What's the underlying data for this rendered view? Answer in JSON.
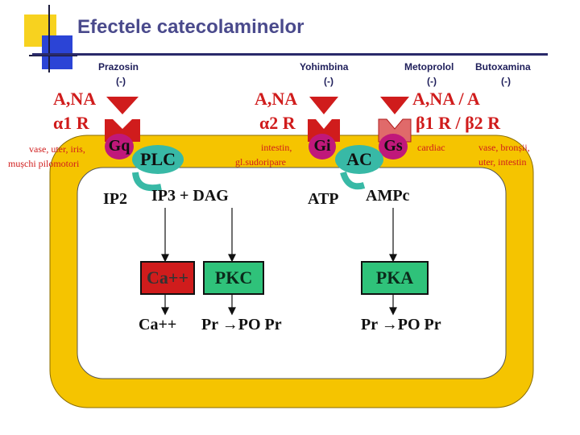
{
  "title": "Efectele catecolaminelor",
  "drugs": {
    "prazosin": "Prazosin",
    "yohimbina": "Yohimbina",
    "metoprolol": "Metoprolol",
    "butoxamina": "Butoxamina",
    "inhibit": "(-)"
  },
  "receptors": {
    "alpha1": {
      "ligand": "A,NA",
      "receptor": "α1 R",
      "g_protein": "Gq",
      "effector": "PLC",
      "tissues_line1": "vase, uter, iris,",
      "tissues_line2": "mușchi pilomotori"
    },
    "alpha2": {
      "ligand": "A,NA",
      "receptor": "α2 R",
      "g_protein": "Gi",
      "tissues_line1": "intestin,",
      "tissues_line2": "gl.sudoripare"
    },
    "beta": {
      "ligand": "A,NA / A",
      "receptor": "β1 R / β2 R",
      "g_protein": "Gs",
      "effector": "AC",
      "tissue_beta1": "cardiac",
      "tissues_beta2_line1": "vase, bronșii,",
      "tissues_beta2_line2": "uter, intestin"
    }
  },
  "pathway_plc": {
    "substrate": "IP2",
    "products": "IP3 + DAG",
    "ca_box": "Ca++",
    "pkc_box": "PKC",
    "ca_out": "Ca++",
    "pkc_out": "Pr →PO Pr"
  },
  "pathway_ac": {
    "substrate": "ATP",
    "product": "AMPc",
    "pka_box": "PKA",
    "pka_out": "Pr →PO Pr"
  },
  "colors": {
    "membrane": "#f5c400",
    "cytoplasm": "#ffffff",
    "g_protein": "#c0187a",
    "enzyme": "#38b9a6",
    "inhibitor": "#d01c1c",
    "ca_box": "#d01c1c",
    "kinase_box": "#2fc27a"
  }
}
